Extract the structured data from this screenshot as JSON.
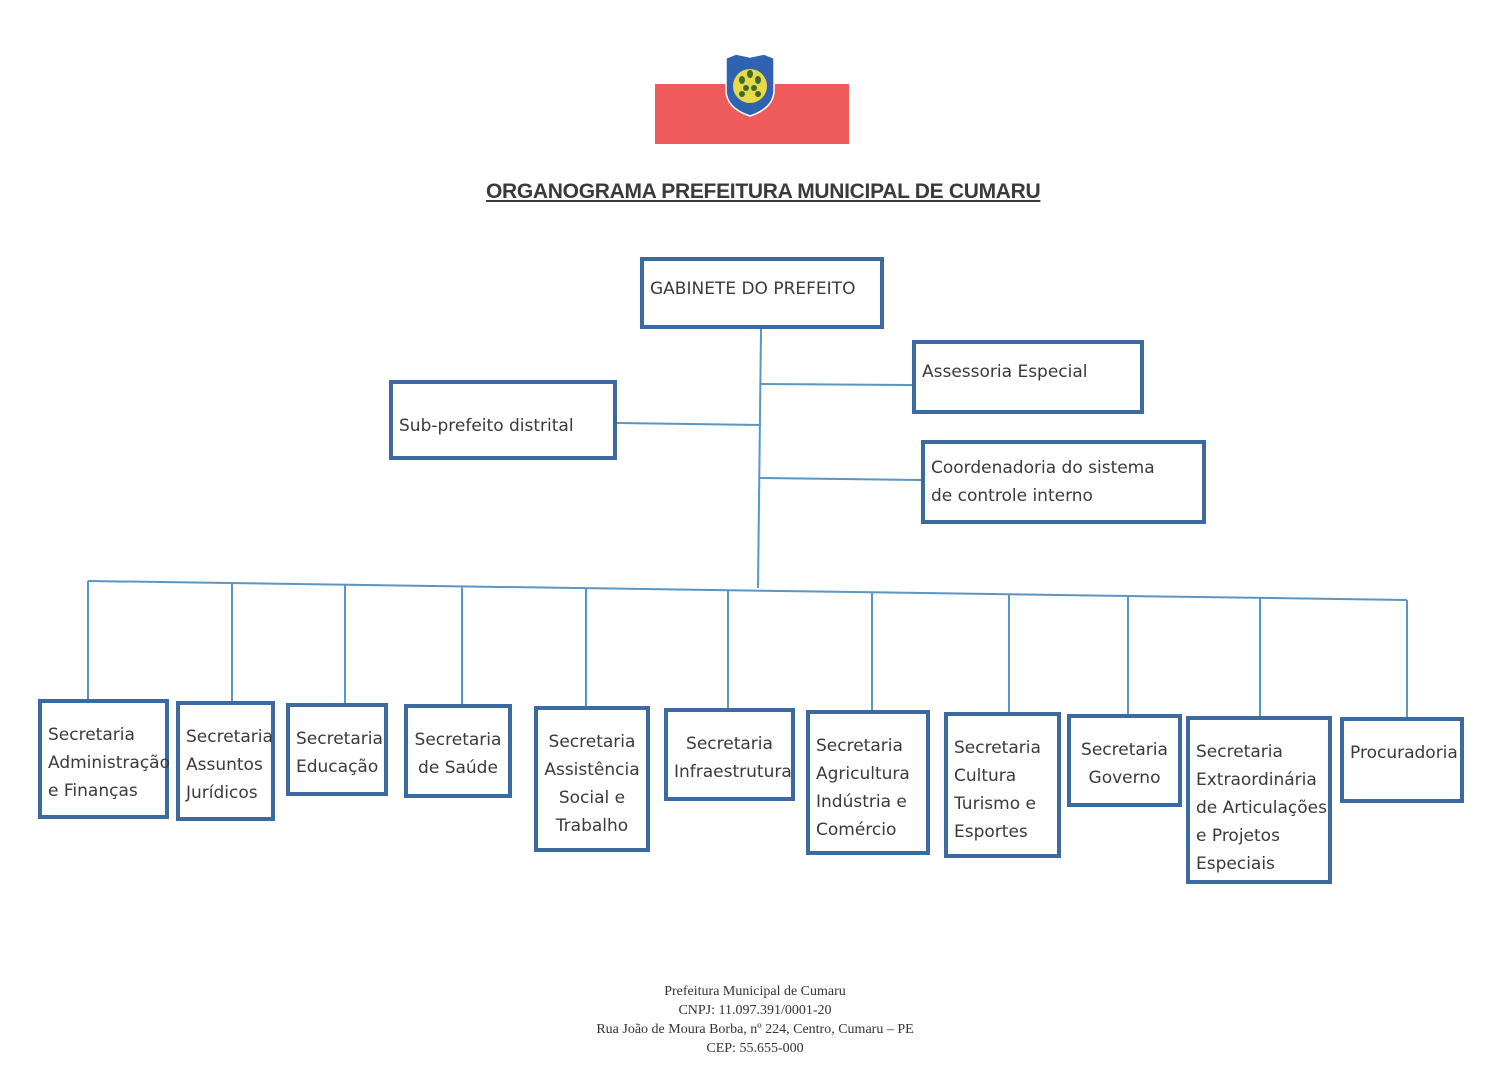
{
  "header": {
    "emblem": "municipal-coat-of-arms-icon",
    "flag_color": "#ef5b5b",
    "title": "ORGANOGRAMA PREFEITURA MUNICIPAL DE CUMARU"
  },
  "org": {
    "root": {
      "lines": [
        "GABINETE DO PREFEITO"
      ]
    },
    "staff": [
      {
        "id": "assessoria",
        "lines": [
          "Assessoria Especial"
        ]
      },
      {
        "id": "subprefeito",
        "lines": [
          "Sub-prefeito distrital"
        ]
      },
      {
        "id": "coordenadoria",
        "lines": [
          "Coordenadoria do sistema",
          "de controle interno"
        ]
      }
    ],
    "departments": [
      {
        "id": "adm",
        "lines": [
          "Secretaria",
          "Administração",
          "e Finanças"
        ]
      },
      {
        "id": "juridicos",
        "lines": [
          "Secretaria",
          "Assuntos",
          "Jurídicos"
        ]
      },
      {
        "id": "educacao",
        "lines": [
          "Secretaria",
          "Educação"
        ]
      },
      {
        "id": "saude",
        "lines": [
          "Secretaria",
          "de Saúde"
        ]
      },
      {
        "id": "assistencia",
        "lines": [
          "Secretaria",
          "Assistência",
          "Social e",
          "Trabalho"
        ]
      },
      {
        "id": "infra",
        "lines": [
          "Secretaria",
          "Infraestrutura"
        ]
      },
      {
        "id": "agricultura",
        "lines": [
          "Secretaria",
          "Agricultura",
          "Indústria  e",
          "Comércio"
        ]
      },
      {
        "id": "cultura",
        "lines": [
          "Secretaria",
          "Cultura",
          "Turismo e",
          "Esportes"
        ]
      },
      {
        "id": "governo",
        "lines": [
          "Secretaria",
          "Governo"
        ]
      },
      {
        "id": "extraordinaria",
        "lines": [
          "Secretaria",
          "Extraordinária",
          "de Articulações",
          "e Projetos",
          "Especiais"
        ]
      },
      {
        "id": "procuradoria",
        "lines": [
          "Procuradoria"
        ]
      }
    ],
    "border_color": "#3b6aa0",
    "connector_color": "#5b95c4"
  },
  "footer": {
    "lines": [
      "Prefeitura Municipal de Cumaru",
      "CNPJ: 11.097.391/0001-20",
      "Rua João de Moura Borba, nº 224, Centro, Cumaru – PE",
      "CEP: 55.655-000"
    ]
  }
}
